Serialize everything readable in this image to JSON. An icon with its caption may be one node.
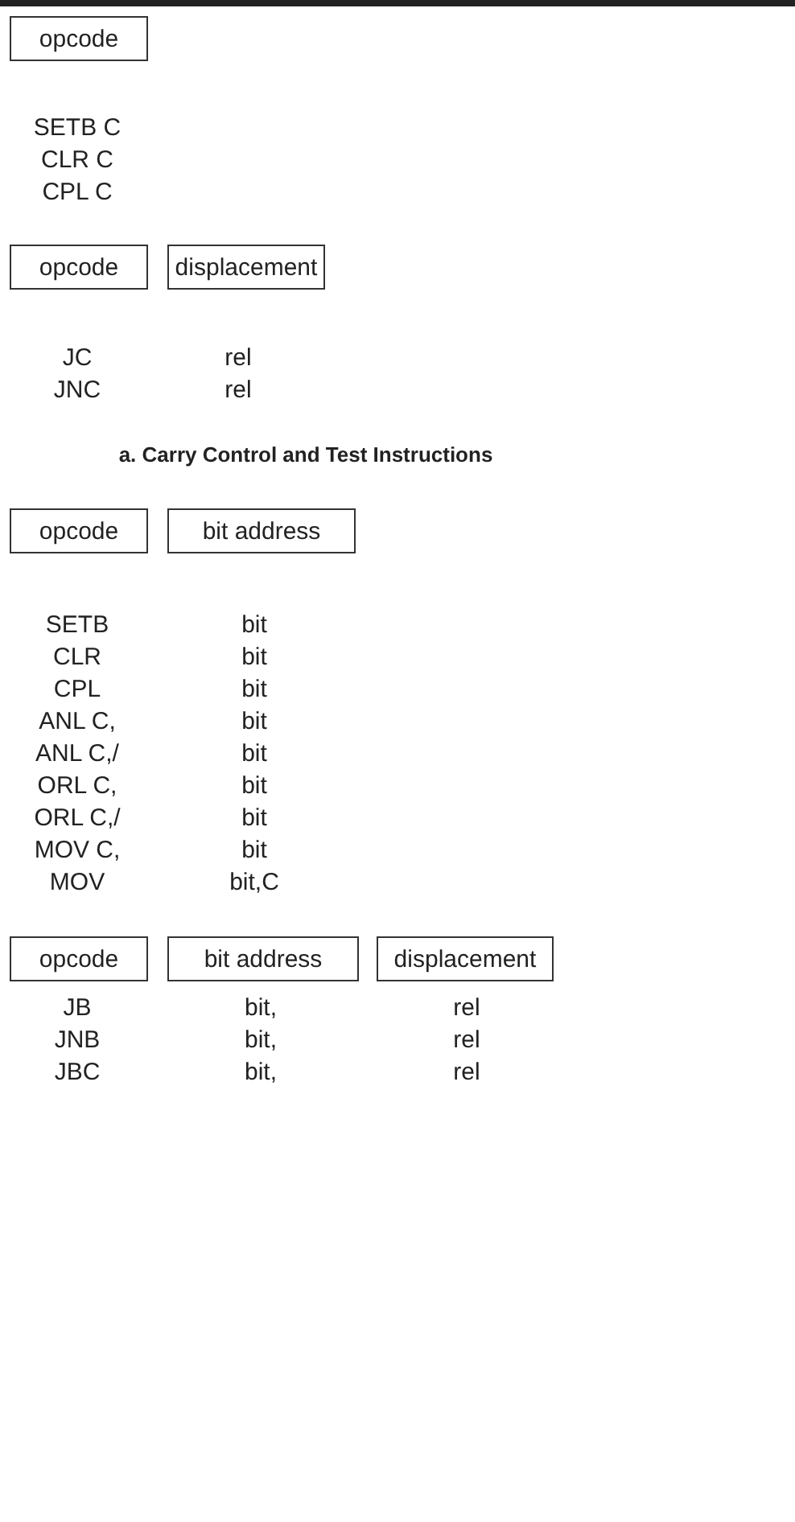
{
  "diagram": {
    "caption": "a. Carry Control and Test Instructions",
    "nodes": [
      {
        "text": [
          "opcode"
        ]
      },
      {
        "text": [
          "opcode"
        ]
      },
      {
        "text": [
          "displacement"
        ]
      },
      {
        "text": [
          "opcode"
        ]
      },
      {
        "text": [
          "bit address"
        ]
      },
      {
        "text": [
          "opcode"
        ]
      },
      {
        "text": [
          "bit address"
        ]
      },
      {
        "text": [
          "displacement"
        ]
      }
    ],
    "labels": [
      "SETB C",
      "CLR C",
      "CPL C",
      "JC",
      "rel",
      "JNC",
      "rel",
      "SETB",
      "bit",
      "CLR",
      "bit",
      "CPL",
      "bit",
      "ANL C,",
      "bit",
      "ANL C,/",
      "bit",
      "ORL C,",
      "bit",
      "ORL C,/",
      "bit",
      "MOV C,",
      "bit",
      "MOV",
      "bit,C",
      "JB",
      "bit,",
      "rel",
      "JNB",
      "bit,",
      "rel",
      "JBC",
      "bit,",
      "rel"
    ]
  }
}
